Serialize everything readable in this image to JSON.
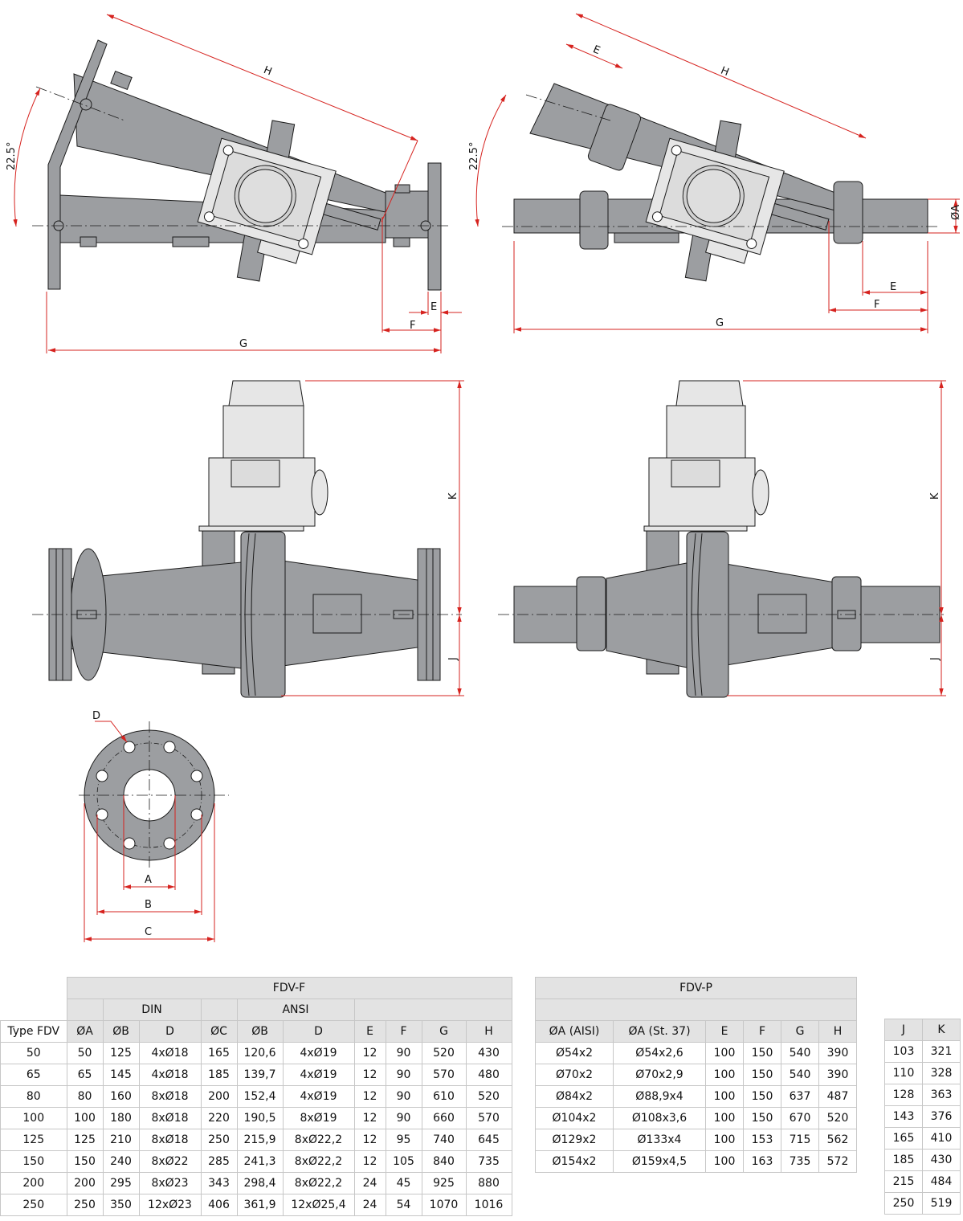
{
  "dimensions": {
    "angle": "22.5°",
    "H": "H",
    "G": "G",
    "F": "F",
    "E": "E",
    "A": "ØA",
    "K": "K",
    "J": "J",
    "D": "D",
    "Acirc": "A",
    "Bcirc": "B",
    "Ccirc": "C"
  },
  "colors": {
    "body": "#9c9ea1",
    "actuator": "#e6e6e6",
    "dim": "#d6231f",
    "outline": "#1a1a1a"
  },
  "fdv_f": {
    "title": "FDV-F",
    "din": "DIN",
    "ansi": "ANSI",
    "headers": [
      "Type FDV",
      "ØA",
      "ØB",
      "D",
      "ØC",
      "ØB",
      "D",
      "E",
      "F",
      "G",
      "H"
    ],
    "rows": [
      [
        "50",
        "50",
        "125",
        "4xØ18",
        "165",
        "120,6",
        "4xØ19",
        "12",
        "90",
        "520",
        "430"
      ],
      [
        "65",
        "65",
        "145",
        "4xØ18",
        "185",
        "139,7",
        "4xØ19",
        "12",
        "90",
        "570",
        "480"
      ],
      [
        "80",
        "80",
        "160",
        "8xØ18",
        "200",
        "152,4",
        "4xØ19",
        "12",
        "90",
        "610",
        "520"
      ],
      [
        "100",
        "100",
        "180",
        "8xØ18",
        "220",
        "190,5",
        "8xØ19",
        "12",
        "90",
        "660",
        "570"
      ],
      [
        "125",
        "125",
        "210",
        "8xØ18",
        "250",
        "215,9",
        "8xØ22,2",
        "12",
        "95",
        "740",
        "645"
      ],
      [
        "150",
        "150",
        "240",
        "8xØ22",
        "285",
        "241,3",
        "8xØ22,2",
        "12",
        "105",
        "840",
        "735"
      ],
      [
        "200",
        "200",
        "295",
        "8xØ23",
        "343",
        "298,4",
        "8xØ22,2",
        "24",
        "45",
        "925",
        "880"
      ],
      [
        "250",
        "250",
        "350",
        "12xØ23",
        "406",
        "361,9",
        "12xØ25,4",
        "24",
        "54",
        "1070",
        "1016"
      ]
    ]
  },
  "fdv_p": {
    "title": "FDV-P",
    "headers": [
      "ØA  (AISI)",
      "ØA  (St. 37)",
      "E",
      "F",
      "G",
      "H"
    ],
    "rows": [
      [
        "Ø54x2",
        "Ø54x2,6",
        "100",
        "150",
        "540",
        "390"
      ],
      [
        "Ø70x2",
        "Ø70x2,9",
        "100",
        "150",
        "540",
        "390"
      ],
      [
        "Ø84x2",
        "Ø88,9x4",
        "100",
        "150",
        "637",
        "487"
      ],
      [
        "Ø104x2",
        "Ø108x3,6",
        "100",
        "150",
        "670",
        "520"
      ],
      [
        "Ø129x2",
        "Ø133x4",
        "100",
        "153",
        "715",
        "562"
      ],
      [
        "Ø154x2",
        "Ø159x4,5",
        "100",
        "163",
        "735",
        "572"
      ]
    ]
  },
  "jk": {
    "headers": [
      "J",
      "K"
    ],
    "rows": [
      [
        "103",
        "321"
      ],
      [
        "110",
        "328"
      ],
      [
        "128",
        "363"
      ],
      [
        "143",
        "376"
      ],
      [
        "165",
        "410"
      ],
      [
        "185",
        "430"
      ],
      [
        "215",
        "484"
      ],
      [
        "250",
        "519"
      ]
    ]
  }
}
